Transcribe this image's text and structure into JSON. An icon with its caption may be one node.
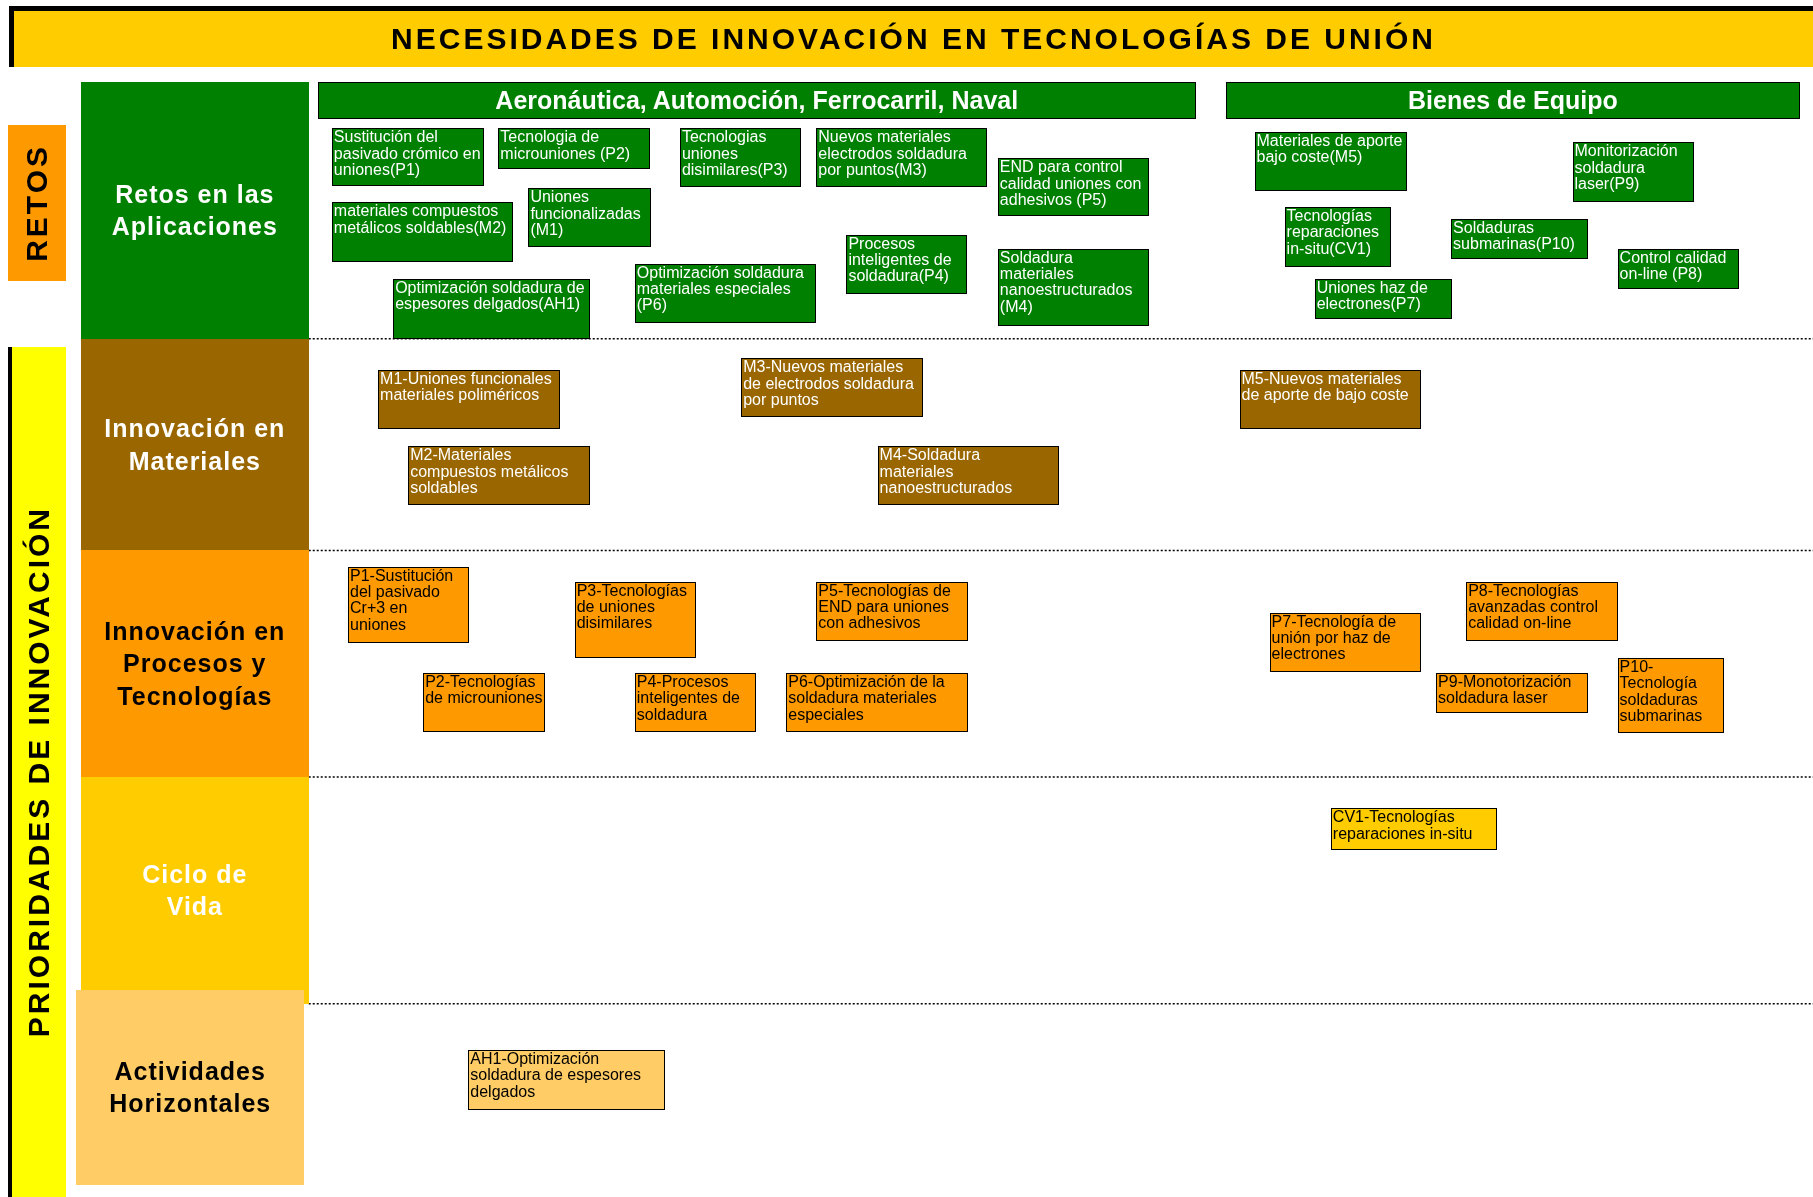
{
  "diagram": {
    "title": "NECESIDADES DE INNOVACIÓN EN TECNOLOGÍAS DE UNIÓN",
    "nodes": [
      {
        "text": [
          "RETOS"
        ]
      },
      {
        "text": [
          "PRIORIDADES DE INNOVACIÓN"
        ]
      },
      {
        "text": [
          "Retos en las Aplicaciones"
        ]
      },
      {
        "text": [
          "Aeronáutica, Automoción, Ferrocarril, Naval"
        ]
      },
      {
        "text": [
          "Bienes de Equipo"
        ]
      },
      {
        "text": [
          "Sustitución del pasivado crómico en uniones(P1)"
        ]
      },
      {
        "text": [
          "Tecnologia de microuniones (P2)"
        ]
      },
      {
        "text": [
          "Tecnologias uniones disimilares(P3)"
        ]
      },
      {
        "text": [
          "Nuevos materiales electrodos soldadura por puntos(M3)"
        ]
      },
      {
        "text": [
          "END para control calidad uniones con adhesivos (P5)"
        ]
      },
      {
        "text": [
          "materiales compuestos metálicos soldables(M2)"
        ]
      },
      {
        "text": [
          "Uniones funcionalizadas (M1)"
        ]
      },
      {
        "text": [
          "Procesos inteligentes de soldadura(P4)"
        ]
      },
      {
        "text": [
          "Soldadura materiales nanoestructurados (M4)"
        ]
      },
      {
        "text": [
          "Optimización soldadura de espesores delgados(AH1)"
        ]
      },
      {
        "text": [
          "Optimización soldadura materiales especiales (P6)"
        ]
      },
      {
        "text": [
          "Materiales de aporte bajo coste(M5)"
        ]
      },
      {
        "text": [
          "Monitorización soldadura laser(P9)"
        ]
      },
      {
        "text": [
          "Tecnologías reparaciones in-situ(CV1)"
        ]
      },
      {
        "text": [
          "Soldaduras submarinas(P10)"
        ]
      },
      {
        "text": [
          "Control calidad on-line (P8)"
        ]
      },
      {
        "text": [
          "Uniones haz de electrones(P7)"
        ]
      },
      {
        "text": [
          "Innovación en Materiales"
        ]
      },
      {
        "text": [
          "M1-Uniones funcionales materiales poliméricos"
        ]
      },
      {
        "text": [
          "M3-Nuevos materiales de electrodos soldadura por puntos"
        ]
      },
      {
        "text": [
          "M5-Nuevos materiales de aporte de bajo coste"
        ]
      },
      {
        "text": [
          "M2-Materiales compuestos metálicos soldables"
        ]
      },
      {
        "text": [
          "M4-Soldadura materiales nanoestructurados"
        ]
      },
      {
        "text": [
          "Innovación en Procesos y Tecnologías"
        ]
      },
      {
        "text": [
          "P1-Sustitución del pasivado Cr+3 en uniones"
        ]
      },
      {
        "text": [
          "P3-Tecnologías de uniones disimilares"
        ]
      },
      {
        "text": [
          "P5-Tecnologías de END para uniones con adhesivos"
        ]
      },
      {
        "text": [
          "P7-Tecnología de unión por haz de electrones"
        ]
      },
      {
        "text": [
          "P8-Tecnologías avanzadas control calidad on-line"
        ]
      },
      {
        "text": [
          "P2-Tecnologías de microuniones"
        ]
      },
      {
        "text": [
          "P4-Procesos inteligentes de soldadura"
        ]
      },
      {
        "text": [
          "P6-Optimización de la soldadura materiales especiales"
        ]
      },
      {
        "text": [
          "P9-Monotorización soldadura laser"
        ]
      },
      {
        "text": [
          "P10-Tecnología soldaduras submarinas"
        ]
      },
      {
        "text": [
          "Ciclo de Vida"
        ]
      },
      {
        "text": [
          "CV1-Tecnologías reparaciones in-situ"
        ]
      },
      {
        "text": [
          "Actividades Horizontales"
        ]
      },
      {
        "text": [
          "AH1-Optimización soldadura de espesores delgados"
        ]
      }
    ]
  }
}
